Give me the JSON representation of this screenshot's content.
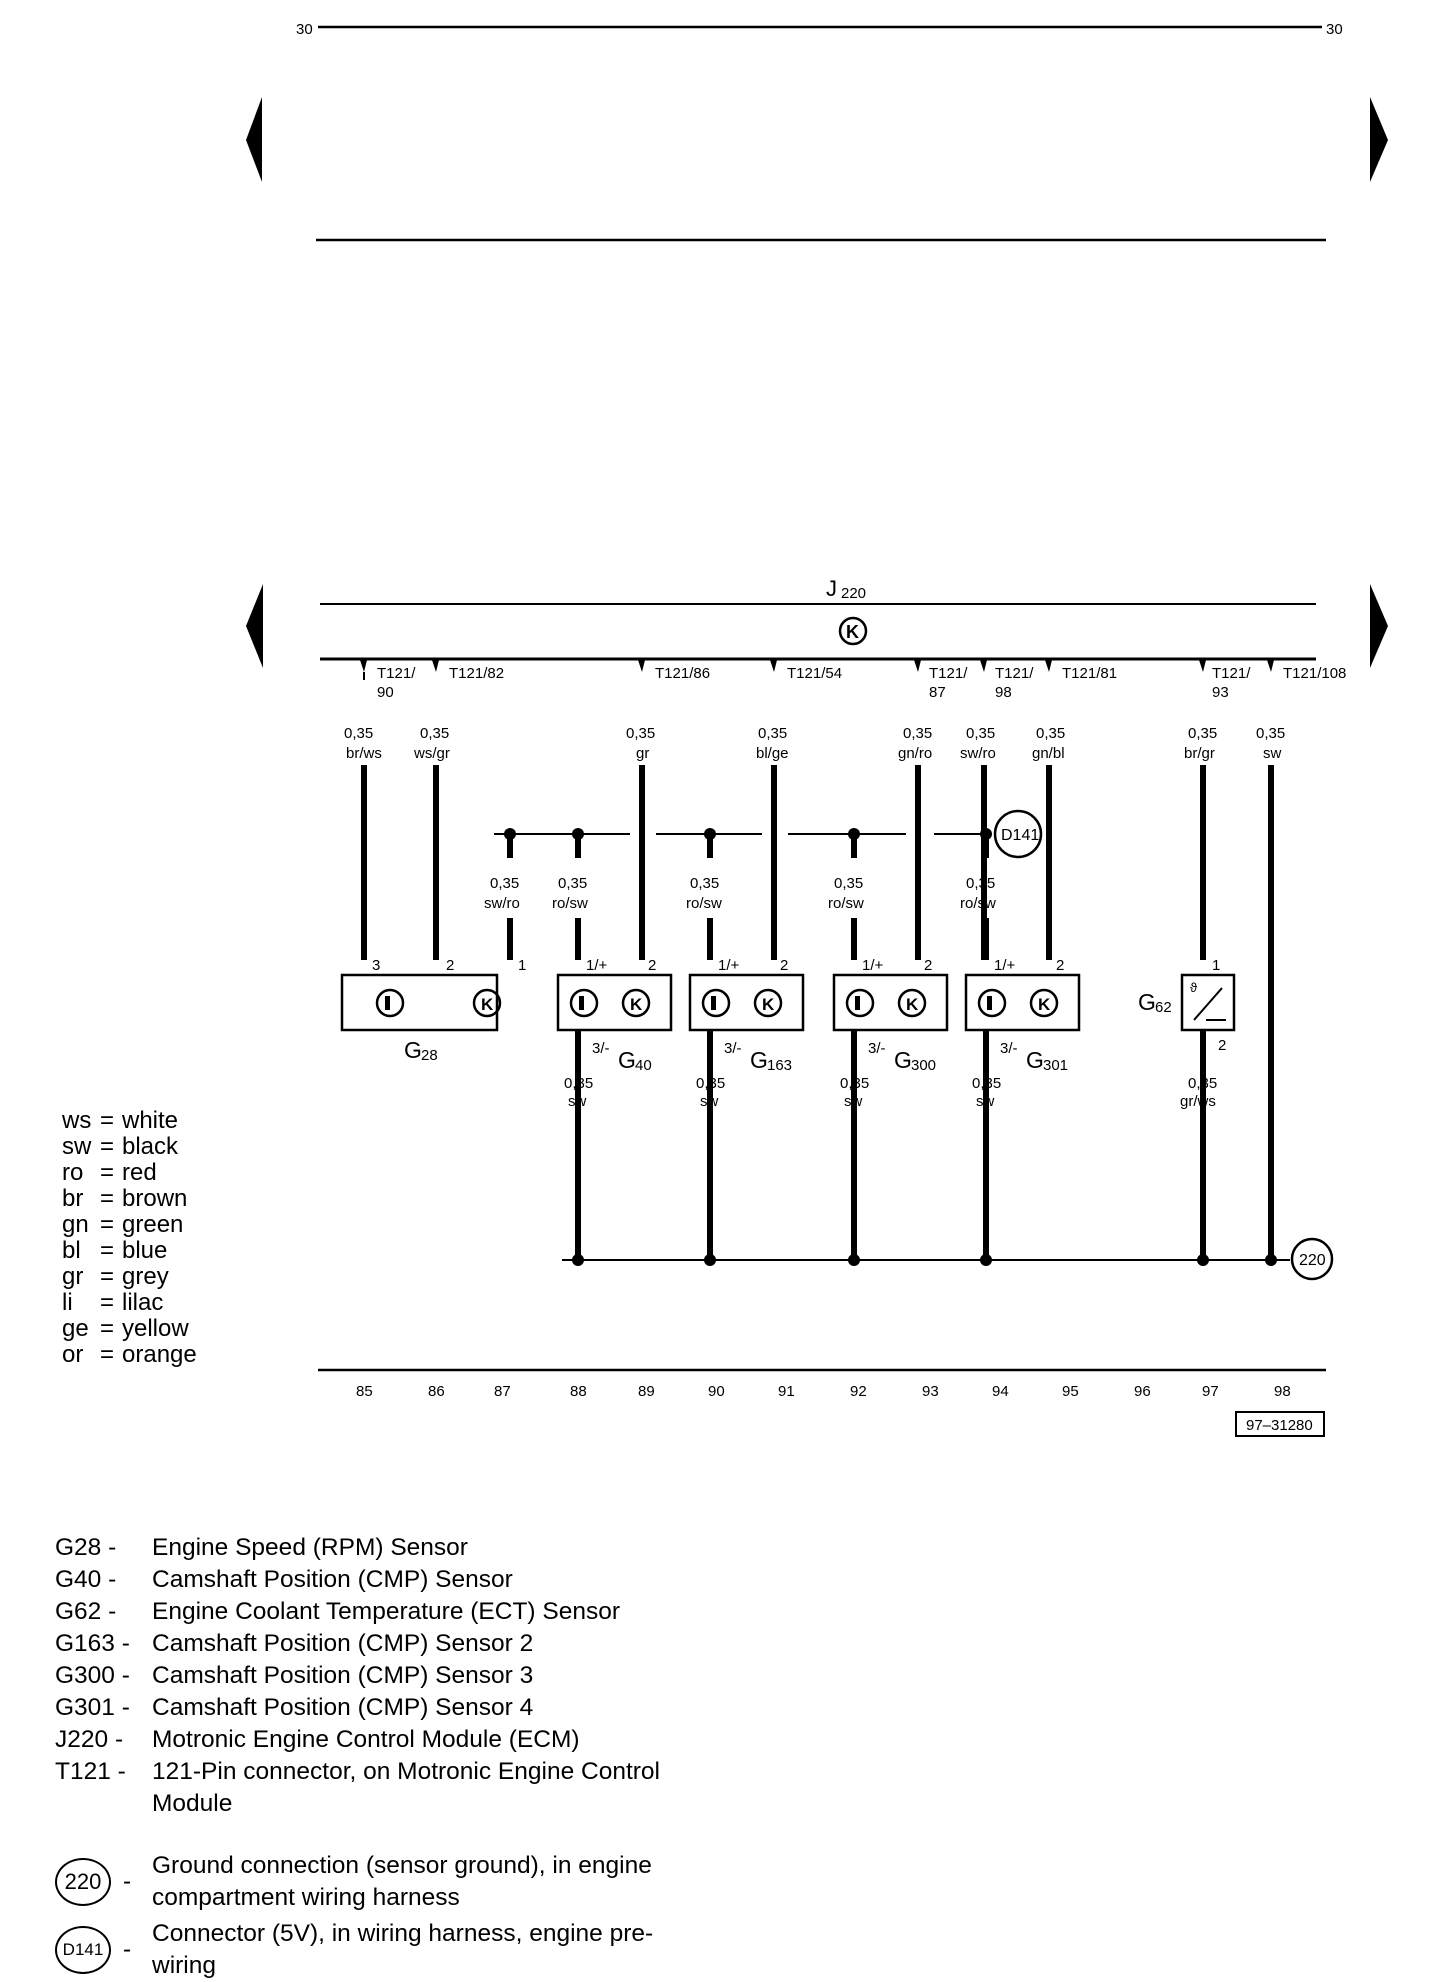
{
  "header": {
    "page_left": "30",
    "page_right": "30"
  },
  "control_module": {
    "label": "J",
    "sub": "220"
  },
  "connectors": [
    {
      "id": "c85",
      "label": "T121/",
      "label2": "90",
      "gauge": "0,35",
      "color": "br/ws"
    },
    {
      "id": "c86",
      "label": "T121/82",
      "gauge": "0,35",
      "color": "ws/gr"
    },
    {
      "id": "c89",
      "label": "T121/86",
      "gauge": "0,35",
      "color": "gr"
    },
    {
      "id": "c91",
      "label": "T121/54",
      "gauge": "0,35",
      "color": "bl/ge"
    },
    {
      "id": "c93",
      "label": "T121/",
      "label2": "87",
      "gauge": "0,35",
      "color": "gn/ro"
    },
    {
      "id": "c94",
      "label": "T121/",
      "label2": "98",
      "gauge": "0,35",
      "color": "sw/ro"
    },
    {
      "id": "c95",
      "label": "T121/81",
      "gauge": "0,35",
      "color": "gn/bl"
    },
    {
      "id": "c97",
      "label": "T121/",
      "label2": "93",
      "gauge": "0,35",
      "color": "br/gr"
    },
    {
      "id": "c98",
      "label": "T121/108",
      "gauge": "0,35",
      "color": "sw"
    }
  ],
  "supply_wires": [
    {
      "gauge": "0,35",
      "color": "sw/ro"
    },
    {
      "gauge": "0,35",
      "color": "ro/sw"
    },
    {
      "gauge": "0,35",
      "color": "ro/sw"
    },
    {
      "gauge": "0,35",
      "color": "ro/sw"
    },
    {
      "gauge": "0,35",
      "color": "ro/sw"
    }
  ],
  "ground_wires": [
    {
      "gauge": "0,35",
      "color": "sw"
    },
    {
      "gauge": "0,35",
      "color": "sw"
    },
    {
      "gauge": "0,35",
      "color": "sw"
    },
    {
      "gauge": "0,35",
      "color": "sw"
    },
    {
      "gauge": "0,35",
      "color": "gr/ws"
    }
  ],
  "components": {
    "g28": {
      "label": "G",
      "sub": "28",
      "pins": [
        "3",
        "2",
        "1"
      ]
    },
    "g40": {
      "label": "G",
      "sub": "40",
      "pins": [
        "1/+",
        "2",
        "3/-"
      ]
    },
    "g163": {
      "label": "G",
      "sub": "163",
      "pins": [
        "1/+",
        "2",
        "3/-"
      ]
    },
    "g300": {
      "label": "G",
      "sub": "300",
      "pins": [
        "1/+",
        "2",
        "3/-"
      ]
    },
    "g301": {
      "label": "G",
      "sub": "301",
      "pins": [
        "1/+",
        "2",
        "3/-"
      ]
    },
    "g62": {
      "label": "G",
      "sub": "62",
      "pins": [
        "1",
        "2"
      ]
    }
  },
  "splice": {
    "connector": "D141",
    "ground": "220"
  },
  "track_numbers": [
    "85",
    "86",
    "87",
    "88",
    "89",
    "90",
    "91",
    "92",
    "93",
    "94",
    "95",
    "96",
    "97",
    "98"
  ],
  "figure_ref": "97–31280",
  "color_legend": [
    {
      "code": "ws",
      "name": "white"
    },
    {
      "code": "sw",
      "name": "black"
    },
    {
      "code": "ro",
      "name": "red"
    },
    {
      "code": "br",
      "name": "brown"
    },
    {
      "code": "gn",
      "name": "green"
    },
    {
      "code": "bl",
      "name": "blue"
    },
    {
      "code": "gr",
      "name": "grey"
    },
    {
      "code": "li",
      "name": "lilac"
    },
    {
      "code": "ge",
      "name": "yellow"
    },
    {
      "code": "or",
      "name": "orange"
    }
  ],
  "component_key": [
    {
      "code": "G28",
      "sep": "-",
      "desc": "Engine Speed (RPM) Sensor"
    },
    {
      "code": "G40",
      "sep": "-",
      "desc": "Camshaft Position (CMP) Sensor"
    },
    {
      "code": "G62",
      "sep": "-",
      "desc": "Engine Coolant Temperature (ECT) Sensor"
    },
    {
      "code": "G163",
      "sep": "-",
      "desc": "Camshaft Position (CMP) Sensor 2"
    },
    {
      "code": "G300",
      "sep": "-",
      "desc": "Camshaft Position (CMP) Sensor 3"
    },
    {
      "code": "G301",
      "sep": "-",
      "desc": "Camshaft Position (CMP) Sensor 4"
    },
    {
      "code": "J220",
      "sep": "-",
      "desc": "Motronic Engine Control Module (ECM)"
    },
    {
      "code": "T121",
      "sep": "-",
      "desc": "121-Pin connector, on Motronic Engine Control Module"
    }
  ],
  "symbol_key": [
    {
      "symbol": "220",
      "sep": "-",
      "desc": "Ground connection (sensor ground), in engine compartment wiring harness"
    },
    {
      "symbol": "D141",
      "sep": "-",
      "desc": "Connector (5V), in wiring harness, engine pre-wiring"
    }
  ]
}
